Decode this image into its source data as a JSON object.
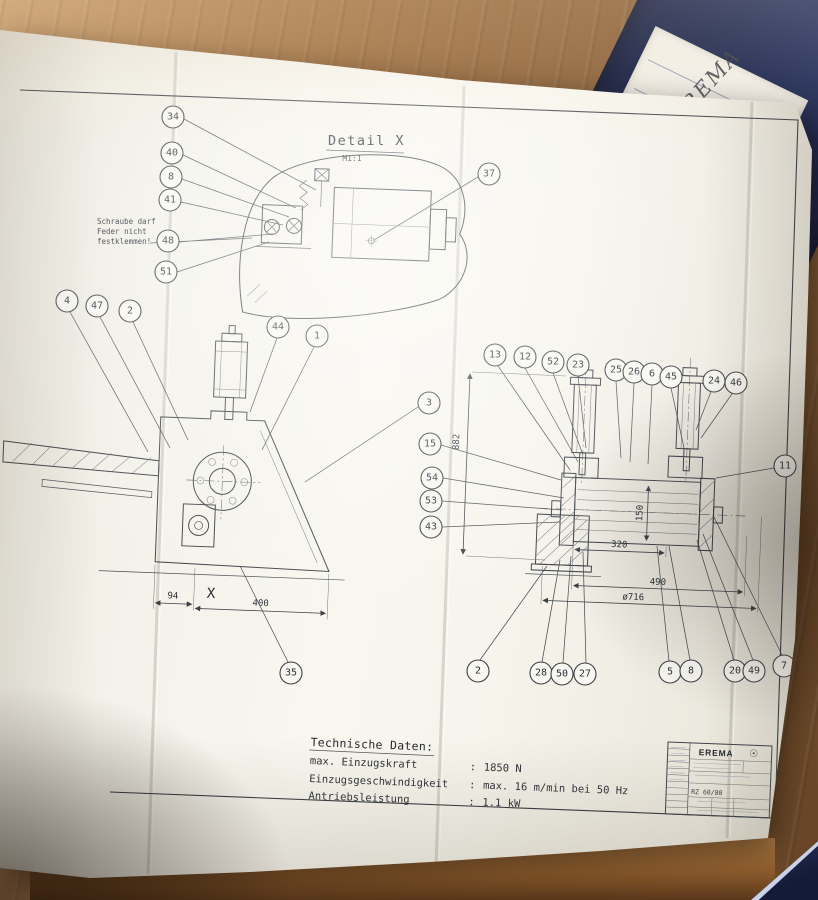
{
  "binder": {
    "label": "EREMA"
  },
  "detail": {
    "title": "Detail X",
    "scale": "M1:1",
    "note": [
      "Schraube darf",
      "Feder nicht",
      "festklemmen!"
    ]
  },
  "callouts": {
    "detail": [
      "34",
      "40",
      "8",
      "41",
      "48",
      "51",
      "37"
    ],
    "left": [
      "4",
      "47",
      "2",
      "44",
      "1",
      "3",
      "35"
    ],
    "right_top": [
      "13",
      "12",
      "52",
      "23",
      "25",
      "26",
      "6",
      "45",
      "24",
      "46"
    ],
    "right_side": [
      "11"
    ],
    "right_left": [
      "15",
      "54",
      "53",
      "43"
    ],
    "right_bottom": [
      "2",
      "28",
      "50",
      "27",
      "5",
      "8",
      "20",
      "49",
      "7"
    ]
  },
  "dims": {
    "left": {
      "a": "94",
      "b": "400",
      "marker": "X"
    },
    "right": {
      "height": "882",
      "inner": "150",
      "width_inner": "320",
      "width_mid": "490",
      "diameter": "ø716"
    }
  },
  "tech": {
    "heading": "Technische Daten:",
    "rows": [
      {
        "label": "max. Einzugskraft",
        "colon": ":",
        "value": "1850 N"
      },
      {
        "label": "Einzugsgeschwindigkeit",
        "colon": ":",
        "value": "max. 16 m/min bei 50 Hz"
      },
      {
        "label": "Antriebsleistung",
        "colon": ":",
        "value": "1.1 kW"
      }
    ]
  },
  "title_block": {
    "brand": "EREMA",
    "code": "RZ 60/80"
  }
}
